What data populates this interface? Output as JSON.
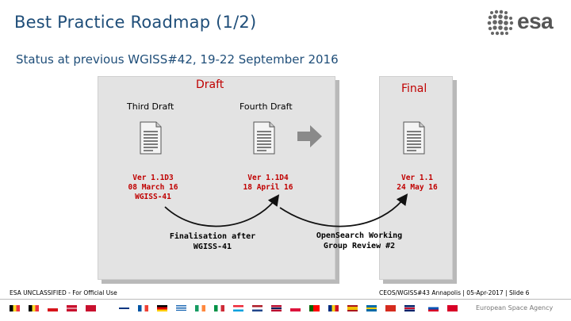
{
  "header": {
    "title": "Best Practice Roadmap (1/2)",
    "subtitle": "Status at previous WGISS#42, 19-22 September 2016",
    "logo_text": "esa"
  },
  "roadmap": {
    "draft_panel_label": "Draft",
    "final_panel_label": "Final",
    "third_draft_label": "Third Draft",
    "fourth_draft_label": "Fourth Draft",
    "third_version": "Ver 1.1D3\n08 March 16\nWGISS-41",
    "fourth_version": "Ver 1.1D4\n18 April 16",
    "final_version": "Ver 1.1\n24 May 16",
    "finalisation_note": "Finalisation after\nWGISS-41",
    "review_note": "OpenSearch Working\nGroup Review #2"
  },
  "footer": {
    "classification": "ESA UNCLASSIFIED - For Official Use",
    "slide_info": "CEOS/WGISS#43 Annapolis | 05-Apr-2017 | Slide 6",
    "agency": "European Space Agency"
  },
  "colors": {
    "title": "#1f4e79",
    "accent_red": "#c00000",
    "panel_bg": "#e3e3e3"
  }
}
